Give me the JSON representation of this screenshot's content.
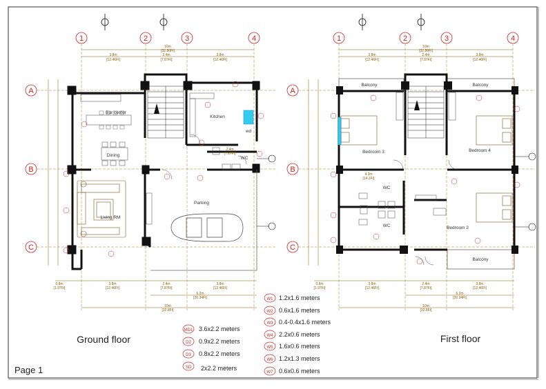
{
  "page_label": "Page 1",
  "floors": [
    {
      "id": "ground",
      "title": "Ground floor"
    },
    {
      "id": "first",
      "title": "First floor"
    }
  ],
  "grid_columns": [
    "1",
    "2",
    "3",
    "4"
  ],
  "grid_rows": [
    "A",
    "B",
    "C"
  ],
  "top_dims": {
    "overall": "10m",
    "overall_ft": "[32.80Ft]",
    "bays": [
      {
        "m": "3.8m",
        "ft": "[12.46Ft]"
      },
      {
        "m": "2.4m",
        "ft": "[7.87Ft]"
      },
      {
        "m": "3.8m",
        "ft": "[12.46Ft]"
      }
    ]
  },
  "ground": {
    "rooms": {
      "bar": "Bar center",
      "dining": "Dining",
      "living": "Living RM",
      "kitchen": "Kitchen",
      "wc": "WC",
      "wd": "wd",
      "parking": "Parking"
    },
    "bottom_dims": {
      "d1": "0.8m",
      "d1ft": "[1.97Ft]",
      "d2": "3.8m",
      "d2ft": "[12.46Ft]",
      "d3": "2.4m",
      "d3ft": "[7.87Ft]",
      "d4": "3.8m",
      "d4ft": "[12.46Ft]",
      "d5": "6.2m",
      "d5ft": "[20.34Ft]",
      "d6": "10m",
      "d6ft": "[32.8Ft]"
    },
    "inner_dims": {
      "wc_w": "2.4m",
      "wc_wft": "[7.87Ft]"
    }
  },
  "first": {
    "rooms": {
      "balcony_tl": "Balcony",
      "balcony_tr": "Balcony",
      "balcony_br": "Balcony",
      "bed3": "Bedroom 3",
      "bed4": "Bedroom 4",
      "bed2": "Bedroom 2",
      "wc1": "WC",
      "wc2": "WC"
    },
    "bottom_dims": {
      "d1": "0.8m",
      "d1ft": "[1.97Ft]",
      "d2": "3.8m",
      "d2ft": "[12.46Ft]",
      "d3": "2.4m",
      "d3ft": "[7.87Ft]",
      "d4": "3.8m",
      "d4ft": "[12.46Ft]",
      "d5": "6.2m",
      "d5ft": "[20.34Ft]",
      "d6": "10m",
      "d6ft": "[32.8Ft]"
    },
    "inner_dims": {
      "hall_w": "4.3m",
      "hall_wft": "[14.1Ft]"
    }
  },
  "legend_doors": [
    {
      "code": "MD1",
      "size": "3.6x2.2 meters"
    },
    {
      "code": "D2",
      "size": "0.9x2.2 meters"
    },
    {
      "code": "D3",
      "size": "0.8x2.2 meters"
    },
    {
      "code": "SD",
      "size": "2x2.2 meters"
    }
  ],
  "legend_windows": [
    {
      "code": "W1",
      "size": "1.2x1.6 meters"
    },
    {
      "code": "W2",
      "size": "0.6x1.6 meters"
    },
    {
      "code": "W3",
      "size": "0.4-0.4x1.6 meters"
    },
    {
      "code": "W4",
      "size": "2.2x0.6 meters"
    },
    {
      "code": "W5",
      "size": "1.6x0.6 meters"
    },
    {
      "code": "W6",
      "size": "1.2x1.3 meters"
    },
    {
      "code": "W7",
      "size": "0.6x0.6 meters"
    }
  ],
  "colors": {
    "wall": "#111111",
    "grid": "#cc2222",
    "dim": "#8a5a00",
    "accent": "#33ccee",
    "border": "#333333"
  }
}
